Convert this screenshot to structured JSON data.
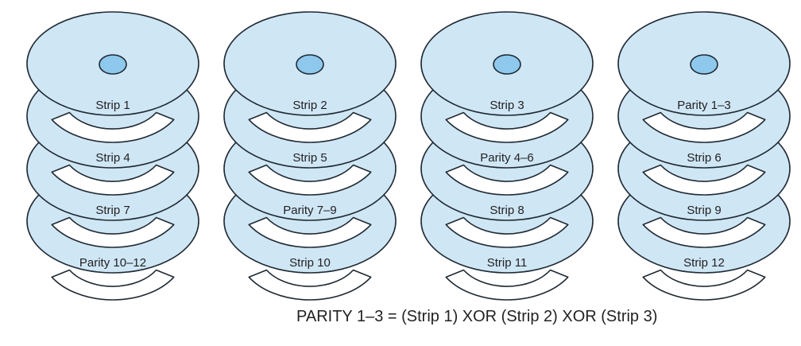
{
  "colors": {
    "platter_fill": "#cfe6f5",
    "platter_stroke": "#1f2a33",
    "spindle_fill": "#8ec8ec",
    "strip_fill": "#ffffff"
  },
  "disks": [
    {
      "strips": [
        "Strip 1",
        "Strip 4",
        "Strip 7",
        "Parity 10–12"
      ]
    },
    {
      "strips": [
        "Strip 2",
        "Strip 5",
        "Parity 7–9",
        "Strip 10"
      ]
    },
    {
      "strips": [
        "Strip 3",
        "Parity 4–6",
        "Strip 8",
        "Strip 11"
      ]
    },
    {
      "strips": [
        "Parity 1–3",
        "Strip 6",
        "Strip 9",
        "Strip 12"
      ]
    }
  ],
  "caption": "PARITY 1–3 = (Strip 1) XOR (Strip 2) XOR (Strip 3)"
}
